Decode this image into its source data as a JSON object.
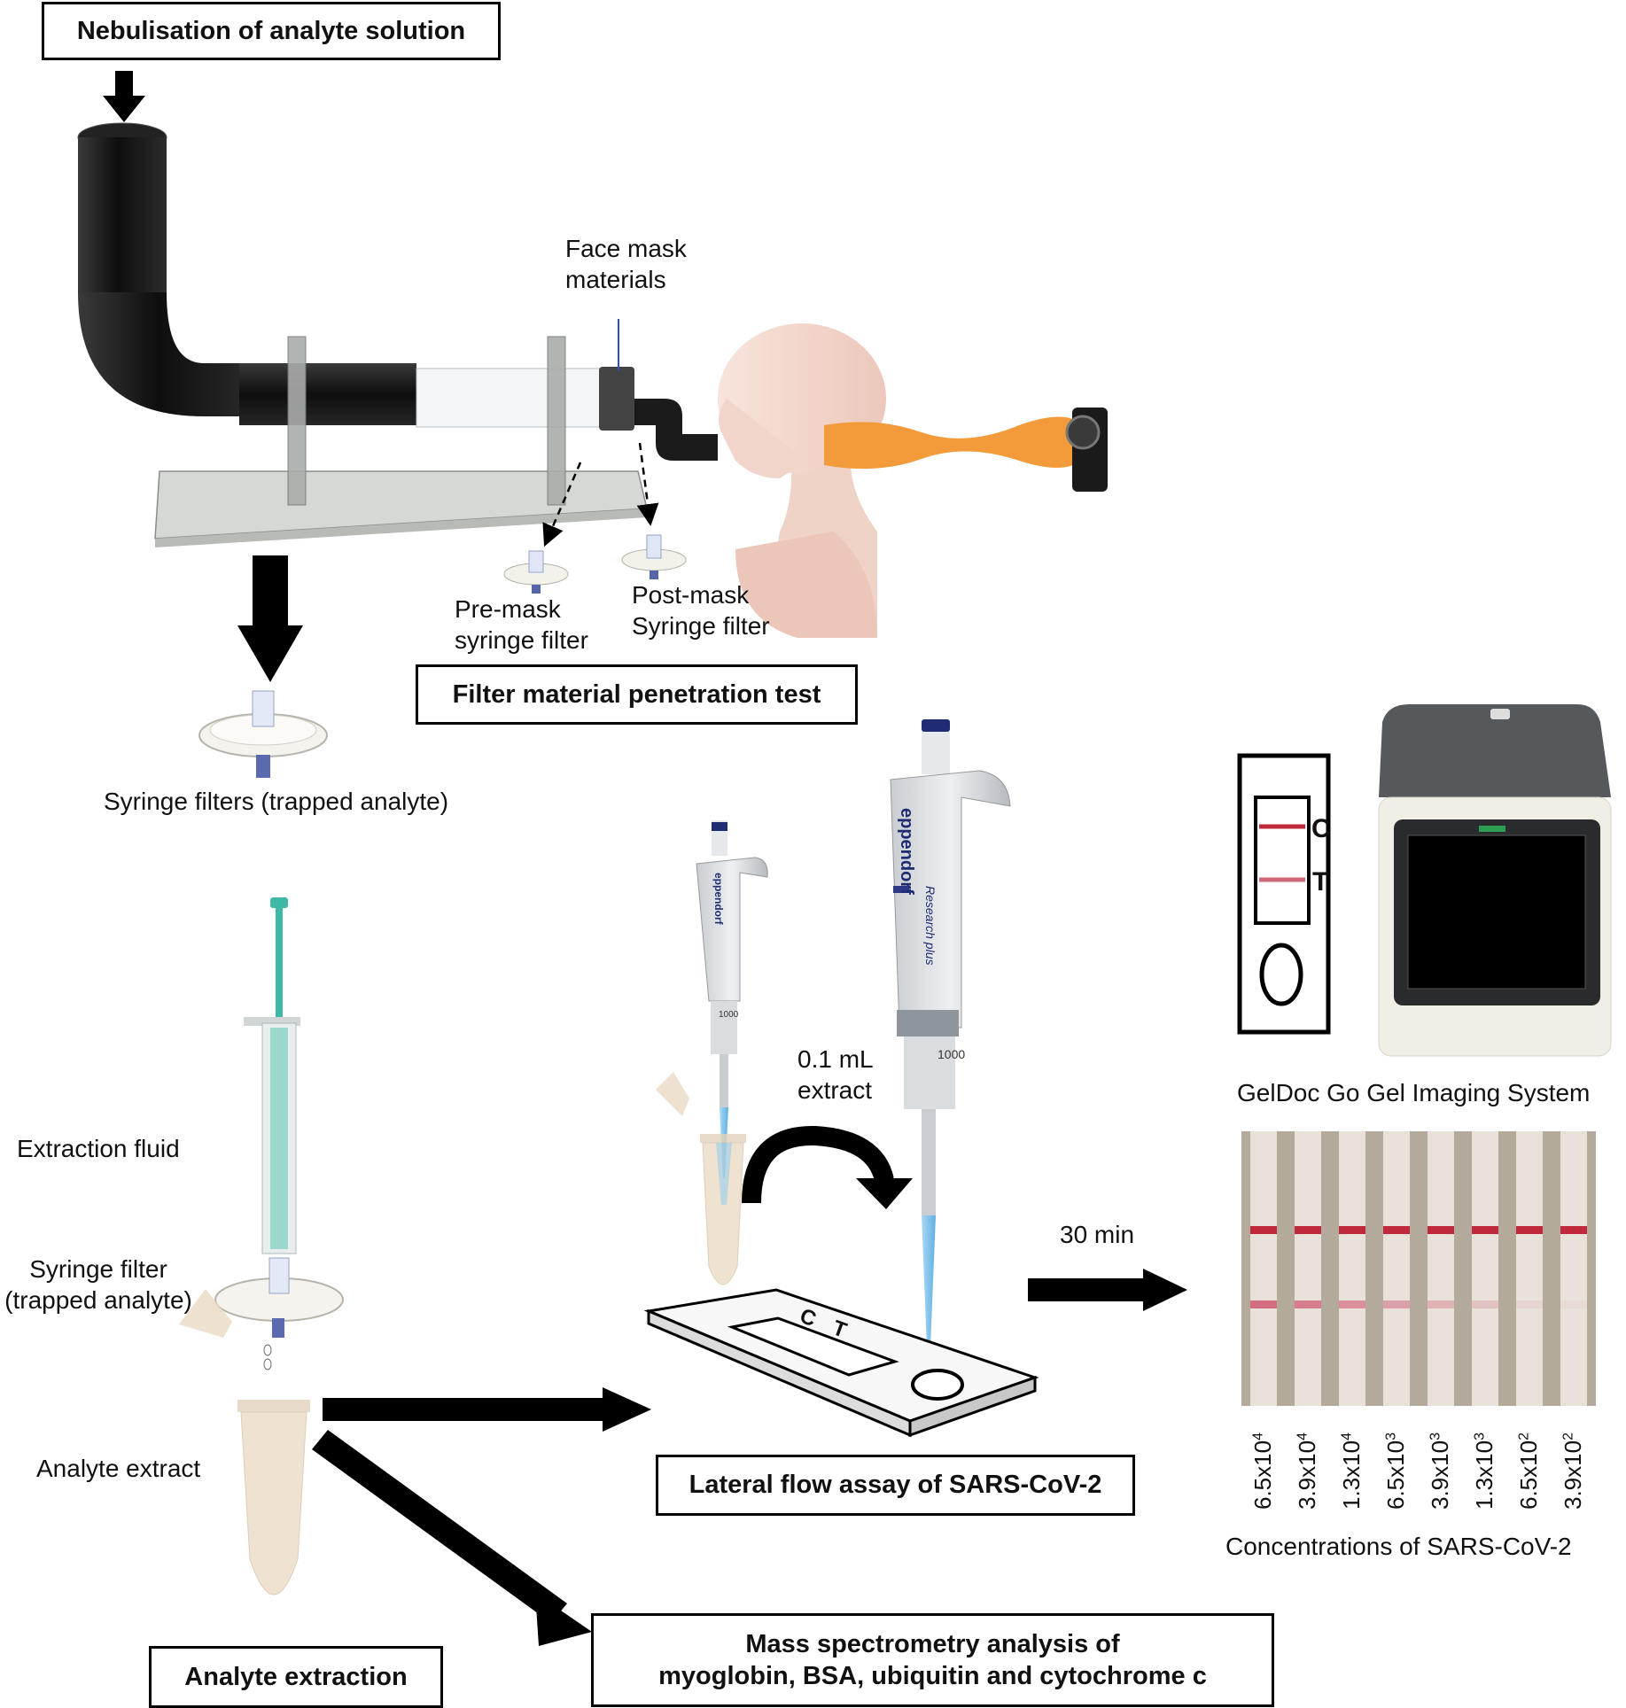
{
  "boxes": {
    "nebulisation": "Nebulisation of analyte solution",
    "penetration_test": "Filter material penetration test",
    "lateral_flow": "Lateral flow assay of SARS-CoV-2",
    "mass_spec_line1": "Mass spectrometry analysis of",
    "mass_spec_line2": "myoglobin, BSA, ubiquitin and cytochrome c",
    "analyte_extraction": "Analyte extraction"
  },
  "labels": {
    "face_mask_line1": "Face mask",
    "face_mask_line2": "materials",
    "pre_mask_line1": "Pre-mask",
    "pre_mask_line2": "syringe filter",
    "post_mask_line1": "Post-mask",
    "post_mask_line2": "Syringe filter",
    "syringe_filters": "Syringe filters (trapped analyte)",
    "extraction_fluid": "Extraction fluid",
    "syringe_filter_line1": "Syringe filter",
    "syringe_filter_line2": "(trapped analyte)",
    "analyte_extract": "Analyte extract",
    "volume_line1": "0.1 mL",
    "volume_line2": "extract",
    "time": "30 min",
    "geldoc": "GelDoc Go Gel Imaging System",
    "concentrations": "Concentrations of SARS-CoV-2"
  },
  "pipette_brand": "eppendorf",
  "pipette_model": "Research plus",
  "pipette_volume": "1000",
  "strip_marks": [
    "C",
    "T"
  ],
  "concentration_ticks": [
    {
      "mantissa": "6.5x10",
      "exp": "4"
    },
    {
      "mantissa": "3.9x10",
      "exp": "4"
    },
    {
      "mantissa": "1.3x10",
      "exp": "4"
    },
    {
      "mantissa": "6.5x10",
      "exp": "3"
    },
    {
      "mantissa": "3.9x10",
      "exp": "3"
    },
    {
      "mantissa": "1.3x10",
      "exp": "3"
    },
    {
      "mantissa": "6.5x10",
      "exp": "2"
    },
    {
      "mantissa": "3.9x10",
      "exp": "2"
    }
  ],
  "colors": {
    "tube_black": "#1b1b1b",
    "head_skin": "#f3d9cf",
    "orange_hose": "#f39a3a",
    "syringe_teal": "#3fb8a6",
    "pipette_tip": "#7fc3ec",
    "control_line": "#c0283c",
    "test_line": "#d2667a"
  }
}
